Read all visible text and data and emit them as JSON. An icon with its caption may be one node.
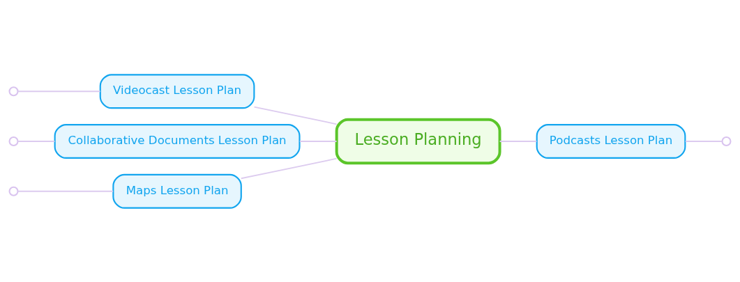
{
  "diagram": {
    "nodes": [
      {
        "text": [
          "Lesson Planning"
        ]
      },
      {
        "text": [
          "Videocast Lesson Plan"
        ]
      },
      {
        "text": [
          "Collaborative Documents Lesson Plan"
        ]
      },
      {
        "text": [
          "Maps Lesson Plan"
        ]
      },
      {
        "text": [
          "Podcasts Lesson Plan"
        ]
      },
      {
        "text": [],
        "shape": "circle"
      },
      {
        "text": [],
        "shape": "circle"
      },
      {
        "text": [],
        "shape": "circle"
      },
      {
        "text": [],
        "shape": "circle"
      }
    ],
    "edges": [
      {
        "from": 0,
        "to": 1,
        "arrow": "none"
      },
      {
        "from": 0,
        "to": 2,
        "arrow": "none"
      },
      {
        "from": 0,
        "to": 3,
        "arrow": "none"
      },
      {
        "from": 0,
        "to": 4,
        "arrow": "none"
      },
      {
        "from": 1,
        "to": 5,
        "arrow": "none"
      },
      {
        "from": 2,
        "to": 6,
        "arrow": "none"
      },
      {
        "from": 3,
        "to": 7,
        "arrow": "none"
      },
      {
        "from": 4,
        "to": 8,
        "arrow": "none"
      }
    ]
  }
}
